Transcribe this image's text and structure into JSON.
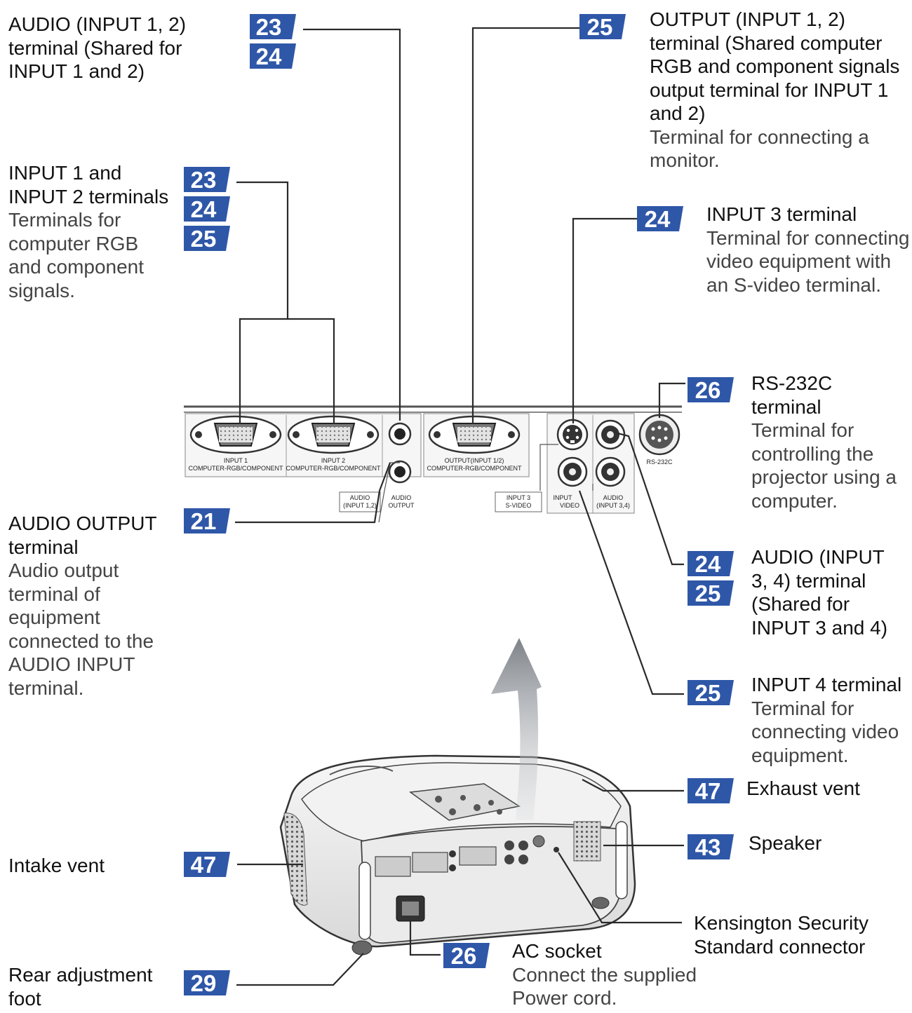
{
  "callouts": [
    {
      "id": "audio-in-12",
      "heading": "AUDIO (INPUT 1, 2) terminal (Shared for INPUT 1 and 2)",
      "desc": "",
      "pages": [
        "23",
        "24"
      ]
    },
    {
      "id": "input-12",
      "heading": "INPUT 1 and INPUT 2 terminals",
      "desc": "Terminals for computer RGB and component signals.",
      "pages": [
        "23",
        "24",
        "25"
      ]
    },
    {
      "id": "audio-output",
      "heading": "AUDIO OUTPUT terminal",
      "desc": "Audio output terminal of equipment connected to the AUDIO INPUT terminal.",
      "pages": [
        "21"
      ]
    },
    {
      "id": "output-12",
      "heading": "OUTPUT (INPUT 1, 2) terminal (Shared computer RGB and component signals output terminal for INPUT 1 and 2)",
      "desc": "Terminal for connecting a monitor.",
      "pages": [
        "25"
      ]
    },
    {
      "id": "input-3",
      "heading": "INPUT 3 terminal",
      "desc": "Terminal for connecting video equipment with an S-video terminal.",
      "pages": [
        "24"
      ]
    },
    {
      "id": "rs232c",
      "heading": "RS-232C terminal",
      "desc": "Terminal for controlling the projector using a computer.",
      "pages": [
        "26"
      ]
    },
    {
      "id": "audio-in-34",
      "heading": "AUDIO (INPUT 3, 4) terminal (Shared for INPUT 3 and 4)",
      "desc": "",
      "pages": [
        "24",
        "25"
      ]
    },
    {
      "id": "input-4",
      "heading": "INPUT 4 terminal",
      "desc": "Terminal for connecting video equipment.",
      "pages": [
        "25"
      ]
    },
    {
      "id": "exhaust",
      "heading": "Exhaust vent",
      "desc": "",
      "pages": [
        "47"
      ]
    },
    {
      "id": "speaker",
      "heading": "Speaker",
      "desc": "",
      "pages": [
        "43"
      ]
    },
    {
      "id": "kensington",
      "heading": "Kensington Security Standard connector",
      "desc": "",
      "pages": []
    },
    {
      "id": "intake",
      "heading": "Intake vent",
      "desc": "",
      "pages": [
        "47"
      ]
    },
    {
      "id": "ac-socket",
      "heading": "AC socket",
      "desc": "Connect the supplied Power cord.",
      "pages": [
        "26"
      ]
    },
    {
      "id": "rear-foot",
      "heading": "Rear adjustment foot",
      "desc": "",
      "pages": [
        "29"
      ]
    }
  ],
  "panel_labels": {
    "input1": "INPUT 1",
    "input1_sub": "COMPUTER-RGB/COMPONENT",
    "input2": "INPUT 2",
    "input2_sub": "COMPUTER-RGB/COMPONENT",
    "output": "OUTPUT(INPUT 1/2)",
    "output_sub": "COMPUTER-RGB/COMPONENT",
    "audio_in12": "AUDIO",
    "audio_in12_sub": "(INPUT 1,2)",
    "audio_out": "AUDIO",
    "audio_out_sub": "OUTPUT",
    "input3": "INPUT 3",
    "input3_sub": "S-VIDEO",
    "input4": "INPUT",
    "input4_sub": "VIDEO",
    "audio_in34": "AUDIO",
    "audio_in34_sub": "(INPUT 3,4)",
    "rs232c": "RS-232C"
  },
  "colors": {
    "badge": "#2f57a8",
    "line": "#2a2a2a",
    "panel": "#f4f4f4",
    "body": "#e8e8e8"
  }
}
